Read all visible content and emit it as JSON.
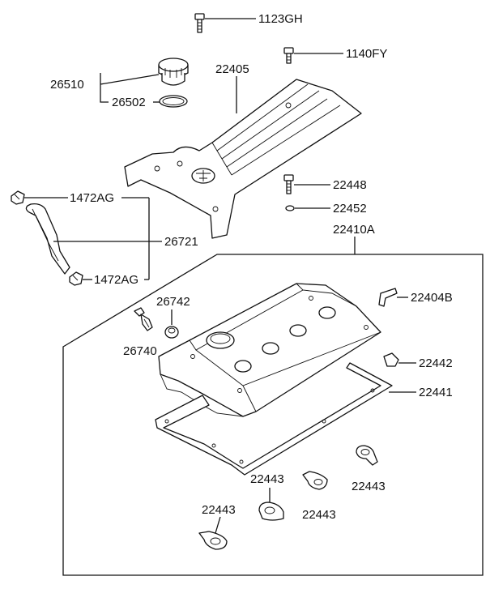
{
  "labels": {
    "l1123GH": "1123GH",
    "l1140FY": "1140FY",
    "l26510": "26510",
    "l26502": "26502",
    "l22405": "22405",
    "l22448": "22448",
    "l22452": "22452",
    "l1472AG_top": "1472AG",
    "l26721": "26721",
    "l22410A": "22410A",
    "l1472AG_bot": "1472AG",
    "l26742": "26742",
    "l22404B": "22404B",
    "l26740": "26740",
    "l22442": "22442",
    "l22441": "22441",
    "l22443_a": "22443",
    "l22443_b": "22443",
    "l22443_c": "22443",
    "l22443_d": "22443"
  },
  "colors": {
    "stroke": "#111111",
    "background": "#ffffff"
  }
}
